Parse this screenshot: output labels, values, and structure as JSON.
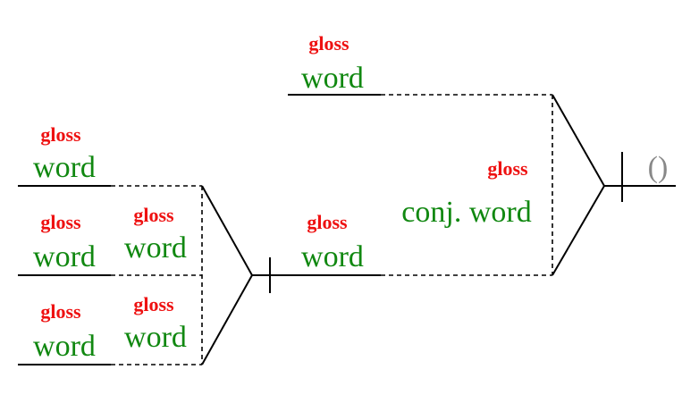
{
  "colors": {
    "gloss": "#ee1111",
    "word": "#118811",
    "line": "#000000",
    "placeholder": "#888888"
  },
  "words": {
    "top": {
      "gloss": "gloss",
      "word": "word"
    },
    "left1": {
      "gloss": "gloss",
      "word": "word"
    },
    "left2": {
      "gloss": "gloss",
      "word": "word"
    },
    "left3": {
      "gloss": "gloss",
      "word": "word"
    },
    "mid2": {
      "gloss": "gloss",
      "word": "word"
    },
    "mid3": {
      "gloss": "gloss",
      "word": "word"
    },
    "center": {
      "gloss": "gloss",
      "word": "word"
    },
    "conj": {
      "gloss": "gloss",
      "word": "conj. word"
    }
  },
  "placeholder": "()"
}
